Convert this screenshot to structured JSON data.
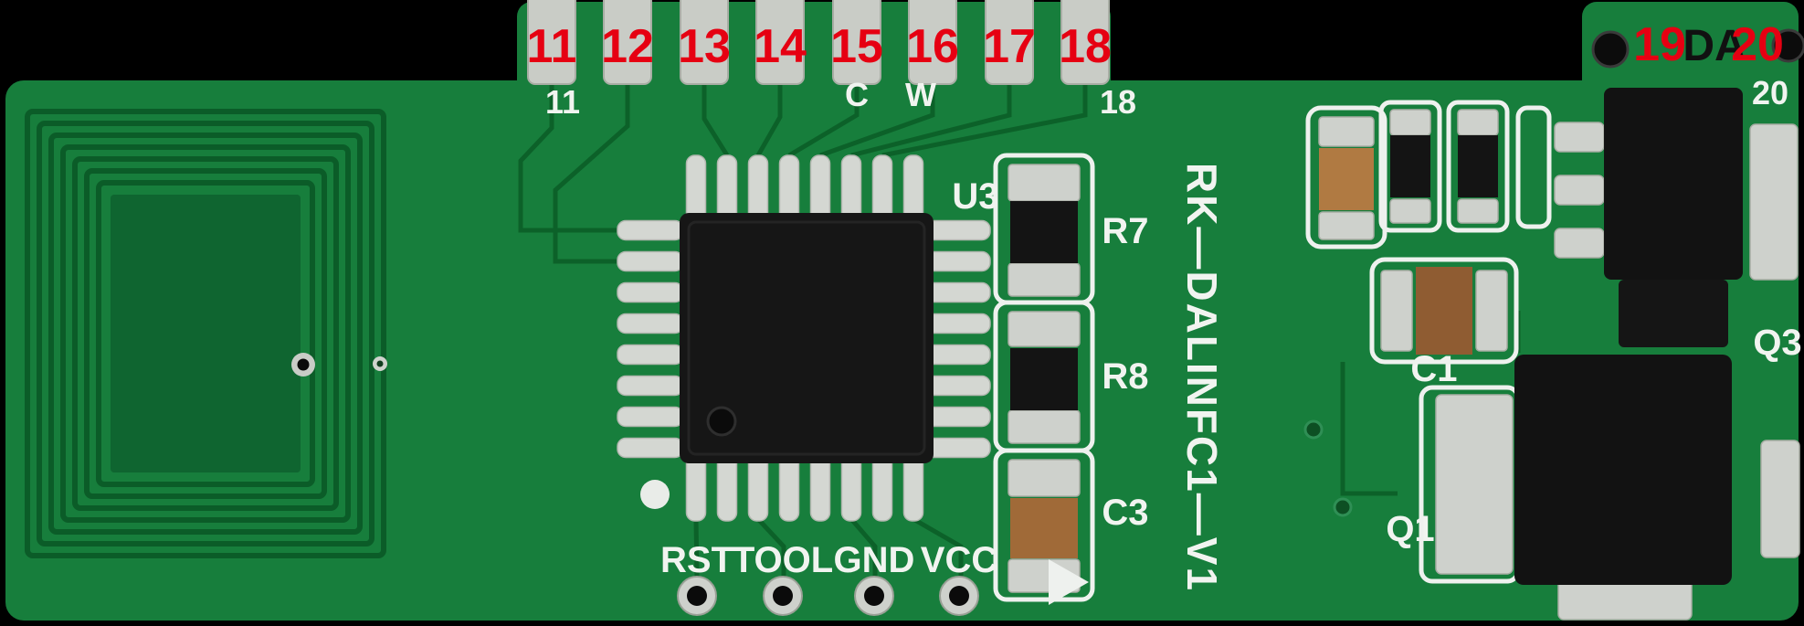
{
  "annotations": {
    "top_pin_numbers": [
      "11",
      "12",
      "13",
      "14",
      "15",
      "16",
      "17",
      "18"
    ],
    "pin_19": "19",
    "da_label": "DA",
    "pin_20": "20",
    "annotation_red": "#e60012"
  },
  "silkscreen": {
    "pin11": "11",
    "c_label": "C",
    "w_label": "W",
    "pin18": "18",
    "pin20": "20",
    "u3": "U3",
    "r7": "R7",
    "r8": "R8",
    "c3": "C3",
    "c1": "C1",
    "q1": "Q1",
    "q3": "Q3",
    "board_name": "RK—DALINFC1—V1",
    "header_labels": [
      "RST",
      "TOOL",
      "GND",
      "VCC"
    ],
    "silkscreen_white": "#f1f4f0"
  },
  "colors": {
    "background": "#000000",
    "pcb_green": "#177e3c",
    "antenna_trace_green": "#0b5c28",
    "inner_area_green": "#0f6530",
    "pad_silver": "#ced1cc",
    "chip_black": "#161616",
    "capacitor_brown": "#9c6a3a",
    "capacitor_tan": "#b07a42"
  }
}
